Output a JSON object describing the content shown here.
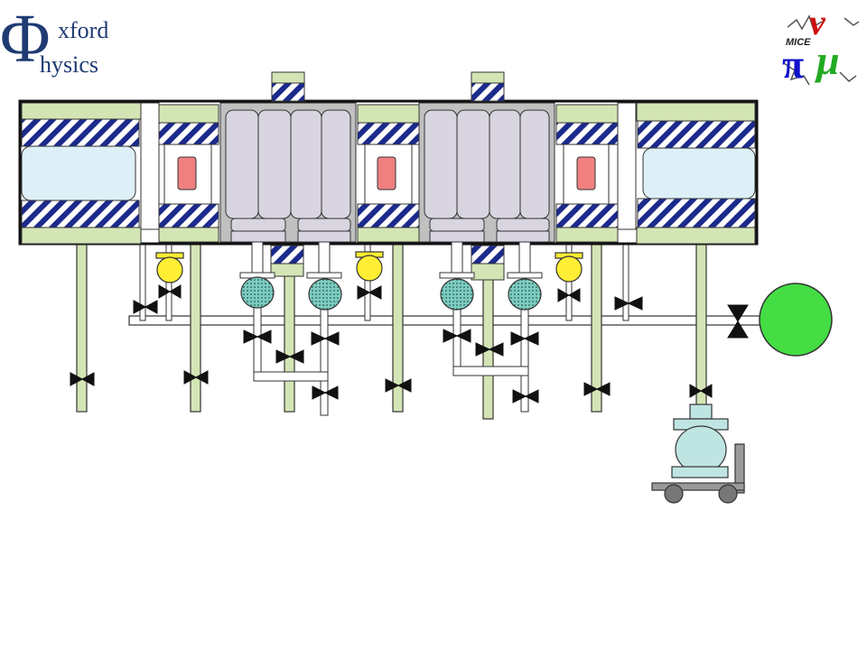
{
  "header": {
    "logo_letter": "Φ",
    "logo_line1": "xford",
    "logo_line2": "hysics",
    "mice_label": "MICE",
    "mice_glyphs": [
      "ν",
      "π",
      "μ"
    ]
  },
  "colors": {
    "pipe": "#d4e5b5",
    "outline": "#333333",
    "housing": "#c0c0c0",
    "cell": "#d8d4e0",
    "window": "#ddf0f7",
    "hatch": "#1c2a8c",
    "coil": "#f08080",
    "valve": "#111111",
    "sensor": "#ffee33",
    "filter": "#7ecbc0",
    "tank": "#44dd44",
    "pump": "#bfe5e3",
    "nu_color": "#cc1111",
    "pi_color": "#1111cc",
    "mu_color": "#22aa22"
  },
  "components": {
    "valve_icon": "bowtie-valve-icon",
    "sensor_icon": "yellow-sensor-icon",
    "filter_icon": "filter-icon",
    "tank_icon": "green-tank-icon",
    "pump_icon": "vacuum-pump-cart-icon"
  }
}
